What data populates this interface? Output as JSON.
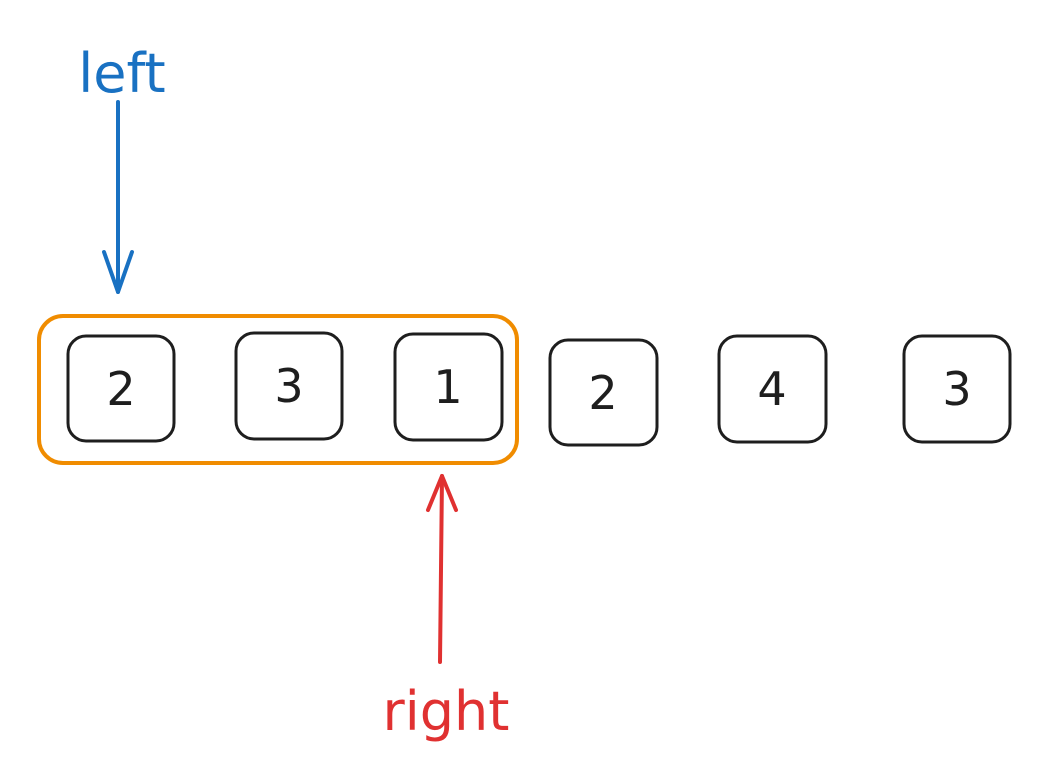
{
  "array": [
    "2",
    "3",
    "1",
    "2",
    "4",
    "3"
  ],
  "pointers": {
    "left": {
      "label": "left",
      "color": "#1971c2",
      "index": 0
    },
    "right": {
      "label": "right",
      "color": "#e03131",
      "index": 2
    }
  },
  "window": {
    "start": 0,
    "end": 2,
    "color": "#f08c00"
  },
  "colors": {
    "cell_stroke": "#1e1e1e",
    "cell_text": "#1e1e1e"
  }
}
